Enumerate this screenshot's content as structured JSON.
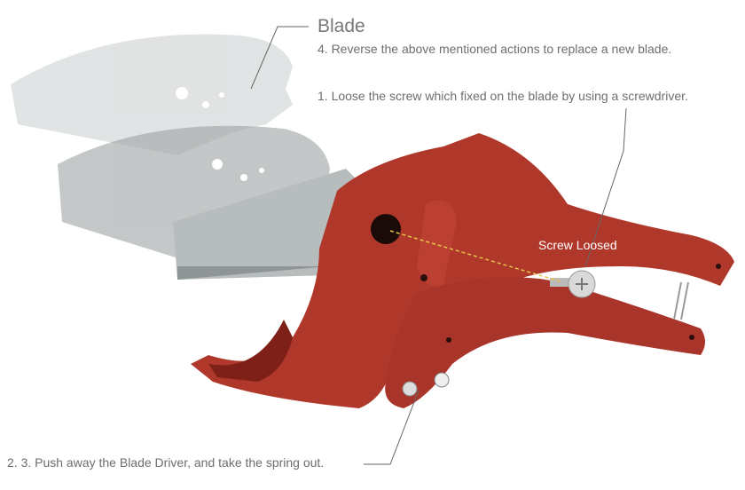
{
  "labels": {
    "blade_title": "Blade",
    "step4": "4. Reverse the above mentioned actions to replace a new blade.",
    "step1": "1. Loose the screw which fixed on the blade by using a screwdriver.",
    "step23": "2. 3. Push away the Blade Driver, and take the spring out.",
    "screw_loosed": "Screw Loosed"
  },
  "colors": {
    "body_red": "#b0382b",
    "body_dark": "#7e2018",
    "blade_gray": "#a9aeae",
    "leader_line": "#666666",
    "dash": "#e8c64a",
    "text": "#6e6e6e"
  }
}
